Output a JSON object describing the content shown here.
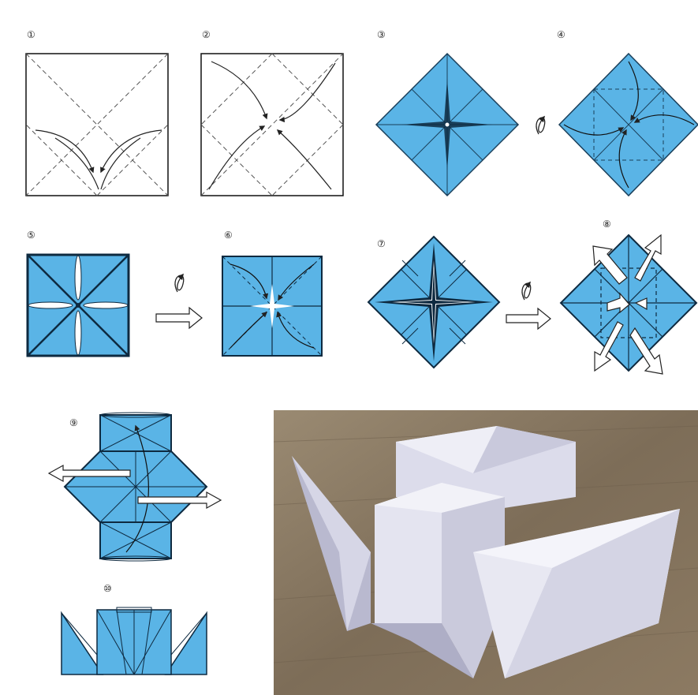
{
  "colors": {
    "paper_blue": "#5ab4e6",
    "fold_line": "#1a3f5a",
    "outline": "#111111",
    "arrow": "#ffffff",
    "photo_bg": "#8a7a64",
    "photo_paper": "#e4e3f0"
  },
  "steps": [
    {
      "id": "1",
      "label": "①"
    },
    {
      "id": "2",
      "label": "②"
    },
    {
      "id": "3",
      "label": "③"
    },
    {
      "id": "4",
      "label": "④"
    },
    {
      "id": "5",
      "label": "⑤"
    },
    {
      "id": "6",
      "label": "⑥"
    },
    {
      "id": "7",
      "label": "⑦"
    },
    {
      "id": "8",
      "label": "⑧"
    },
    {
      "id": "9",
      "label": "⑨"
    },
    {
      "id": "10",
      "label": "⑩"
    }
  ],
  "icons": {
    "turn_over": "flip-over-icon",
    "next": "next-step-arrow-icon",
    "pull": "pull-out-arrow-icon"
  }
}
